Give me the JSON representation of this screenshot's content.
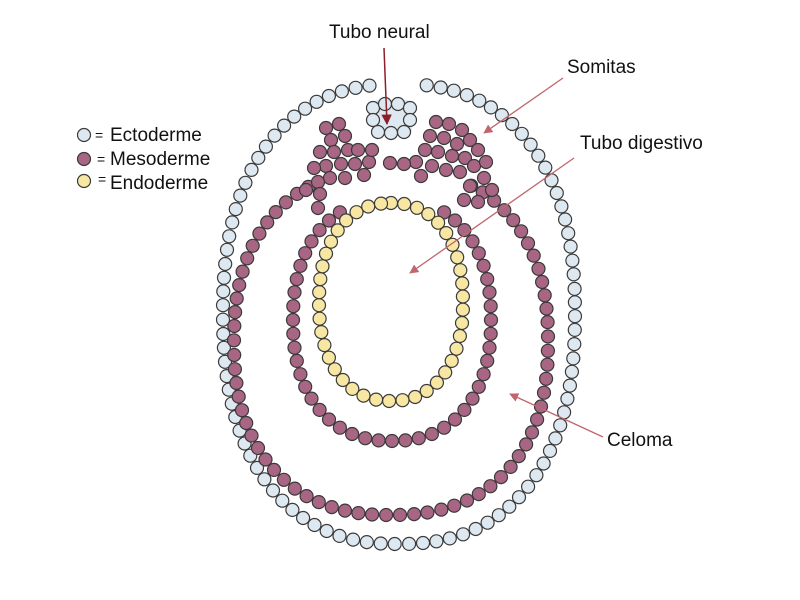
{
  "labels": {
    "neural_tube": "Tubo neural",
    "somites": "Somitas",
    "gut_tube": "Tubo digestivo",
    "coelom": "Celoma"
  },
  "legend": [
    {
      "symbol": "=",
      "label": "Ectoderme",
      "color": "#dde8f1"
    },
    {
      "symbol": "=",
      "label": "Mesoderme",
      "color": "#a86584"
    },
    {
      "symbol": "=",
      "label": "Endoderme",
      "color": "#f7e7a3"
    }
  ],
  "colors": {
    "ectoderm": "#dde8f1",
    "mesoderm": "#a86584",
    "endoderm": "#f7e7a3",
    "cell_outline": "#3a3a3a",
    "neural_fill": "#dde8f1",
    "arrow": "#c0666c",
    "arrow_dark": "#8b1f2a"
  }
}
